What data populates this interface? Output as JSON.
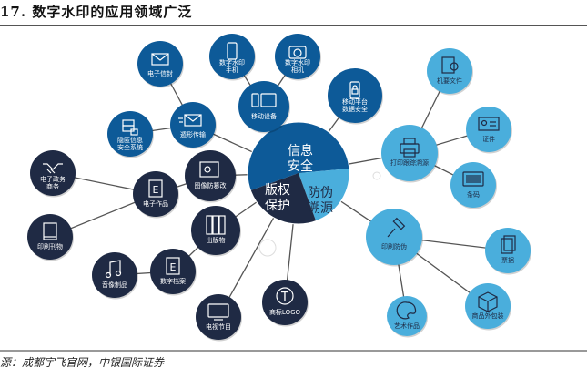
{
  "title": "17. 数字水印的应用领域广泛",
  "source": "源：成都宇飞官网，中银国际证券",
  "colors": {
    "info": "#0d5a98",
    "copyright": "#1f2a44",
    "anti": "#4aaedc",
    "line": "#555555"
  },
  "center": {
    "info": [
      "信息",
      "安全"
    ],
    "copyright": [
      "版权",
      "保护"
    ],
    "anti": [
      "防伪",
      "溯源"
    ]
  },
  "nodes": [
    {
      "id": "envelope",
      "label": [
        "电子信封"
      ],
      "group": "info",
      "icon": "mail-icon"
    },
    {
      "id": "phone",
      "label": [
        "数字水印",
        "手机"
      ],
      "group": "info",
      "icon": "phone-icon"
    },
    {
      "id": "camera",
      "label": [
        "数字水印",
        "相机"
      ],
      "group": "info",
      "icon": "camera-icon"
    },
    {
      "id": "mobile",
      "label": [
        "移动设备"
      ],
      "group": "info",
      "icon": "devices-icon"
    },
    {
      "id": "mobileplat",
      "label": [
        "移动平台",
        "数据安全"
      ],
      "group": "info",
      "icon": "phone-lock-icon"
    },
    {
      "id": "stealth",
      "label": [
        "遁形传输"
      ],
      "group": "info",
      "icon": "mail-fast-icon"
    },
    {
      "id": "hidden",
      "label": [
        "隐匿信息",
        "安全系统"
      ],
      "group": "info",
      "icon": "server-lock-icon"
    },
    {
      "id": "egov",
      "label": [
        "电子政务",
        "商务"
      ],
      "group": "copyright",
      "icon": "handshake-icon"
    },
    {
      "id": "ework",
      "label": [
        "电子作品"
      ],
      "group": "copyright",
      "icon": "ebook-icon"
    },
    {
      "id": "image",
      "label": [
        "图像防篡改"
      ],
      "group": "copyright",
      "icon": "image-lock-icon"
    },
    {
      "id": "print",
      "label": [
        "印刷刊物"
      ],
      "group": "copyright",
      "icon": "book-icon"
    },
    {
      "id": "publish",
      "label": [
        "出版物"
      ],
      "group": "copyright",
      "icon": "binders-icon"
    },
    {
      "id": "archive",
      "label": [
        "数字档案"
      ],
      "group": "copyright",
      "icon": "archive-icon"
    },
    {
      "id": "av",
      "label": [
        "音像制品"
      ],
      "group": "copyright",
      "icon": "music-icon"
    },
    {
      "id": "tv",
      "label": [
        "电视节目"
      ],
      "group": "copyright",
      "icon": "tv-icon"
    },
    {
      "id": "logo",
      "label": [
        "商标LOGO"
      ],
      "group": "copyright",
      "icon": "trademark-icon"
    },
    {
      "id": "printtrace",
      "label": [
        "打印跟踪溯源"
      ],
      "group": "anti",
      "icon": "printer-icon"
    },
    {
      "id": "secret",
      "label": [
        "机要文件"
      ],
      "group": "anti",
      "icon": "document-check-icon"
    },
    {
      "id": "cert",
      "label": [
        "证件"
      ],
      "group": "anti",
      "icon": "id-card-icon"
    },
    {
      "id": "barcode",
      "label": [
        "条码"
      ],
      "group": "anti",
      "icon": "barcode-icon"
    },
    {
      "id": "printanti",
      "label": [
        "印刷防伪"
      ],
      "group": "anti",
      "icon": "paint-roller-icon"
    },
    {
      "id": "bill",
      "label": [
        "票据"
      ],
      "group": "anti",
      "icon": "papers-icon"
    },
    {
      "id": "package",
      "label": [
        "商品外包装"
      ],
      "group": "anti",
      "icon": "box-icon"
    },
    {
      "id": "art",
      "label": [
        "艺术作品"
      ],
      "group": "anti",
      "icon": "palette-icon"
    }
  ],
  "edges": [
    [
      "center",
      "mobile"
    ],
    [
      "center",
      "mobileplat"
    ],
    [
      "center",
      "stealth"
    ],
    [
      "center",
      "image"
    ],
    [
      "center",
      "publish"
    ],
    [
      "center",
      "tv"
    ],
    [
      "center",
      "logo"
    ],
    [
      "center",
      "printtrace"
    ],
    [
      "center",
      "printanti"
    ],
    [
      "stealth",
      "envelope"
    ],
    [
      "stealth",
      "hidden"
    ],
    [
      "mobile",
      "phone"
    ],
    [
      "mobile",
      "camera"
    ],
    [
      "ework",
      "egov"
    ],
    [
      "ework",
      "print"
    ],
    [
      "ework",
      "image"
    ],
    [
      "publish",
      "archive"
    ],
    [
      "archive",
      "av"
    ],
    [
      "printtrace",
      "secret"
    ],
    [
      "printtrace",
      "cert"
    ],
    [
      "printtrace",
      "barcode"
    ],
    [
      "printanti",
      "bill"
    ],
    [
      "printanti",
      "package"
    ],
    [
      "printanti",
      "art"
    ]
  ]
}
